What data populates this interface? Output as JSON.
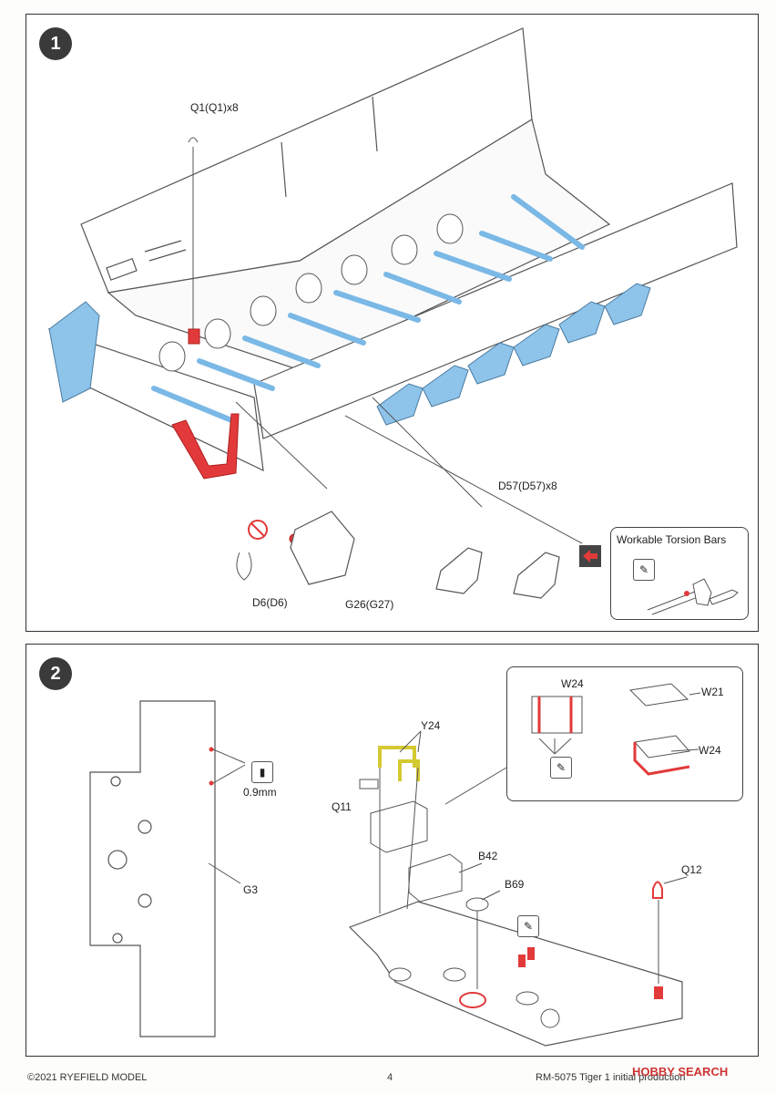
{
  "steps": {
    "one": "1",
    "two": "2"
  },
  "step1": {
    "parts": {
      "q1": "Q1(Q1)x8",
      "d57": "D57(D57)x8",
      "d6": "D6(D6)",
      "g26": "G26(G27)"
    },
    "callout_title": "Workable Torsion Bars"
  },
  "step2": {
    "parts": {
      "g3": "G3",
      "thickness": "0.9mm",
      "y24": "Y24",
      "q11": "Q11",
      "b42": "B42",
      "b69": "B69",
      "q12": "Q12",
      "w24_a": "W24",
      "w21": "W21",
      "w24_b": "W24"
    }
  },
  "footer": {
    "copyright": "©2021 RYEFIELD MODEL",
    "page": "4",
    "kit": "RM-5075  Tiger 1 initial production",
    "watermark": "HOBBY SEARCH"
  },
  "colors": {
    "blue": "#8ec3ea",
    "red": "#e23a3a",
    "yellow": "#ece45a",
    "line": "#555555"
  }
}
